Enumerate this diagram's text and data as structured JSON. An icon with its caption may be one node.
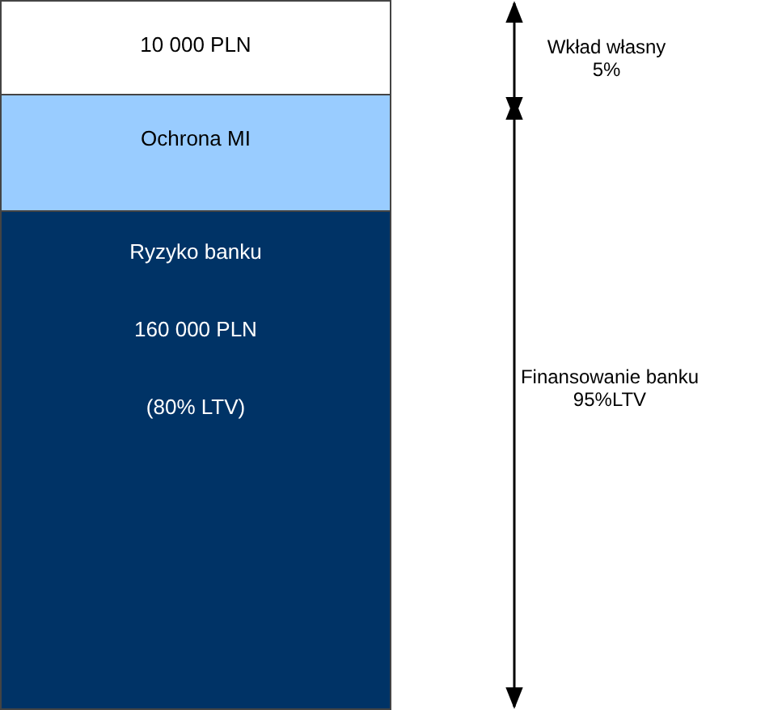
{
  "diagram": {
    "nodes": [
      {
        "text": [
          "10 000 PLN"
        ]
      },
      {
        "text": [
          "Ochrona MI"
        ]
      },
      {
        "text": [
          "Ryzyko banku",
          "160 000 PLN",
          "(80% LTV)"
        ]
      }
    ],
    "labels": [
      "Wkład własny 5%",
      "Finansowanie banku 95%LTV"
    ]
  }
}
